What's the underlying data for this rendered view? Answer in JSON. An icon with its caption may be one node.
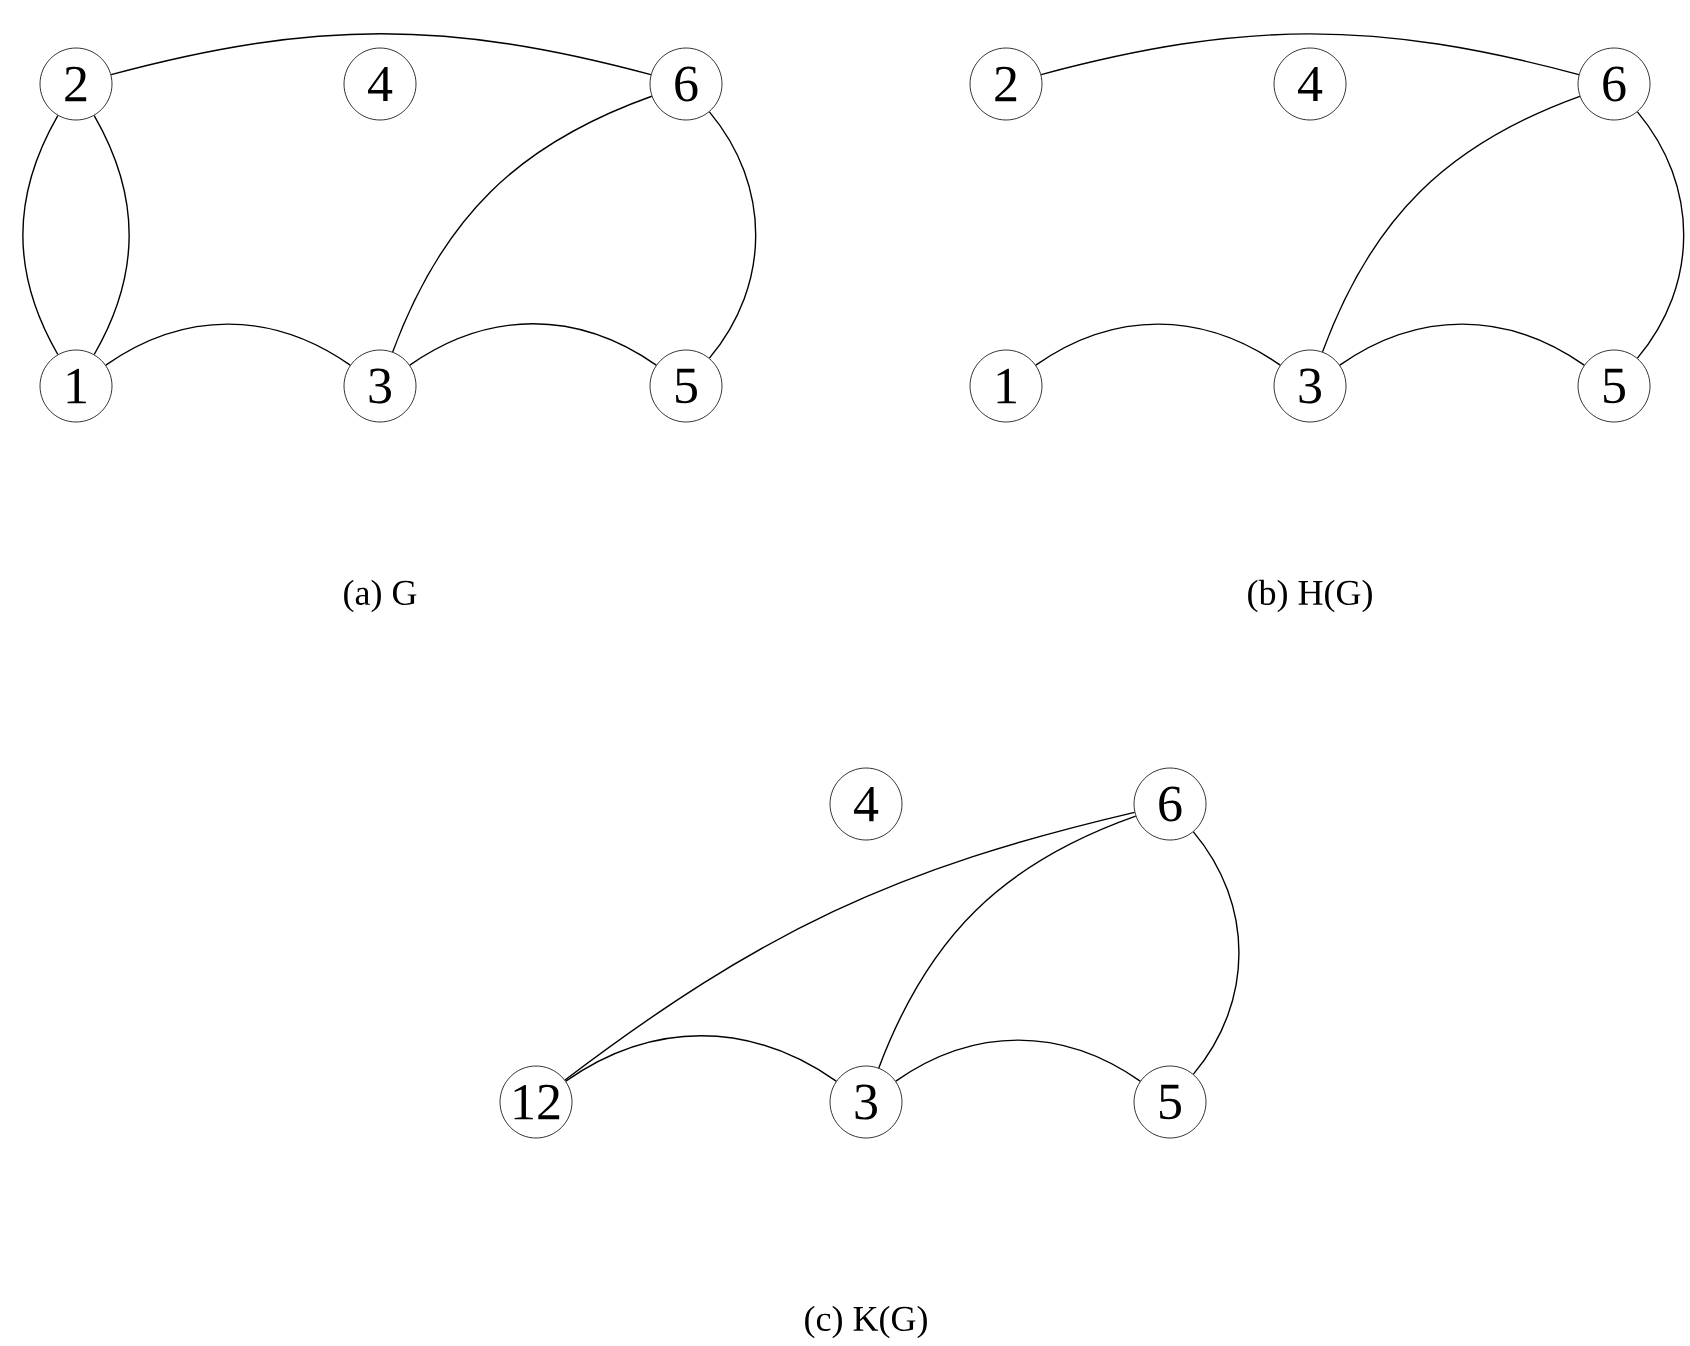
{
  "diagram": {
    "nodes": [
      {
        "text": [
          "2"
        ]
      },
      {
        "text": [
          "4"
        ]
      },
      {
        "text": [
          "6"
        ]
      },
      {
        "text": [
          "1"
        ]
      },
      {
        "text": [
          "3"
        ]
      },
      {
        "text": [
          "5"
        ]
      },
      {
        "text": [
          "2"
        ]
      },
      {
        "text": [
          "4"
        ]
      },
      {
        "text": [
          "6"
        ]
      },
      {
        "text": [
          "1"
        ]
      },
      {
        "text": [
          "3"
        ]
      },
      {
        "text": [
          "5"
        ]
      },
      {
        "text": [
          "4"
        ]
      },
      {
        "text": [
          "6"
        ]
      },
      {
        "text": [
          "12"
        ]
      },
      {
        "text": [
          "3"
        ]
      },
      {
        "text": [
          "5"
        ]
      }
    ],
    "edges": [
      {
        "from": 0,
        "to": 2,
        "arrow": "none"
      },
      {
        "from": 0,
        "to": 3,
        "arrow": "none"
      },
      {
        "from": 0,
        "to": 3,
        "arrow": "none"
      },
      {
        "from": 3,
        "to": 4,
        "arrow": "none"
      },
      {
        "from": 4,
        "to": 5,
        "arrow": "none"
      },
      {
        "from": 4,
        "to": 2,
        "arrow": "none"
      },
      {
        "from": 2,
        "to": 5,
        "arrow": "none"
      },
      {
        "from": 6,
        "to": 8,
        "arrow": "none"
      },
      {
        "from": 9,
        "to": 10,
        "arrow": "none"
      },
      {
        "from": 10,
        "to": 11,
        "arrow": "none"
      },
      {
        "from": 10,
        "to": 8,
        "arrow": "none"
      },
      {
        "from": 8,
        "to": 11,
        "arrow": "none"
      },
      {
        "from": 14,
        "to": 13,
        "arrow": "none"
      },
      {
        "from": 14,
        "to": 15,
        "arrow": "none"
      },
      {
        "from": 15,
        "to": 16,
        "arrow": "none"
      },
      {
        "from": 15,
        "to": 13,
        "arrow": "none"
      },
      {
        "from": 13,
        "to": 16,
        "arrow": "none"
      }
    ],
    "labels": [
      "(a)  G",
      "(b)  H(G)",
      "(c)  K(G)"
    ]
  }
}
